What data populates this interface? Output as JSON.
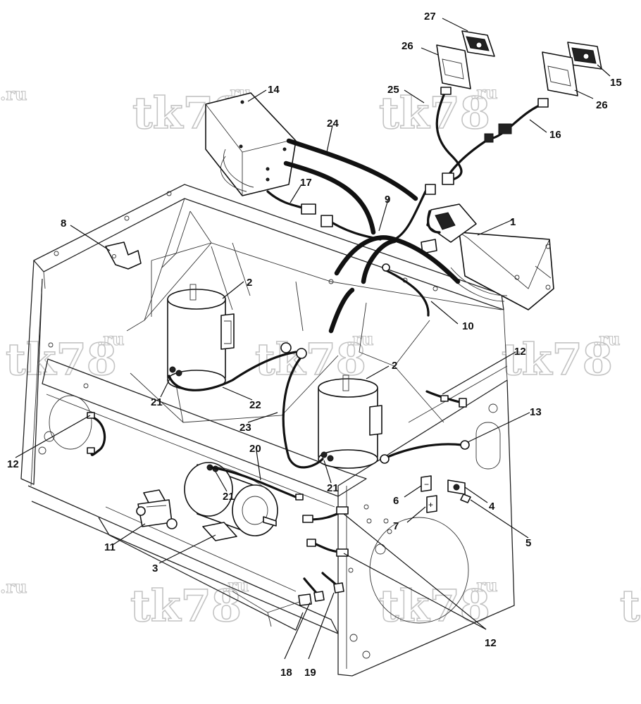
{
  "watermark": {
    "main": "tk78",
    "sup": ".ru"
  },
  "callouts": {
    "c1": "1",
    "c2a": "2",
    "c2b": "2",
    "c3": "3",
    "c4": "4",
    "c5": "5",
    "c6": "6",
    "c7": "7",
    "c8": "8",
    "c9": "9",
    "c10": "10",
    "c11": "11",
    "c12a": "12",
    "c12b": "12",
    "c12c": "12",
    "c13": "13",
    "c14": "14",
    "c15": "15",
    "c16": "16",
    "c17": "17",
    "c18": "18",
    "c19": "19",
    "c20": "20",
    "c21a": "21",
    "c21b": "21",
    "c21c": "21",
    "c22": "22",
    "c23": "23",
    "c24": "24",
    "c25": "25",
    "c26a": "26",
    "c26b": "26",
    "c27": "27"
  },
  "terminal_marks": {
    "neg": "−",
    "pos": "+"
  }
}
